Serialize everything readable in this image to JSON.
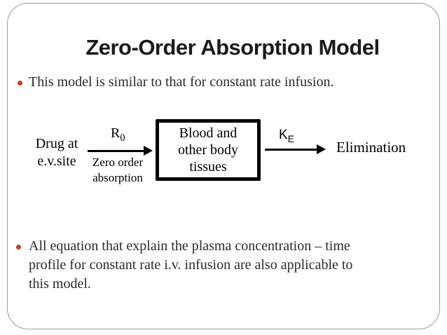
{
  "slide": {
    "title": "Zero-Order Absorption Model",
    "bullets": [
      {
        "lines": [
          "This model is similar to that for constant rate infusion."
        ]
      },
      {
        "lines": [
          "All equation that explain the plasma concentration – time",
          "profile for constant rate i.v. infusion are also applicable to",
          "this model."
        ]
      }
    ]
  },
  "diagram": {
    "source_line1": "Drug at",
    "source_line2": "e.v.site",
    "rate_symbol": "R",
    "rate_sub": "0",
    "rate_caption_line1": "Zero order",
    "rate_caption_line2": "absorption",
    "box_line1": "Blood and",
    "box_line2": "other body",
    "box_line3": "tissues",
    "elim_rate_symbol": "K",
    "elim_rate_sub": "E",
    "sink_label": "Elimination"
  },
  "colors": {
    "bullet_dot": "#bf4019",
    "title_text": "#1b1b1b",
    "body_text": "#2a2a2a",
    "frame_border": "#9a9a9a",
    "diagram_ink": "#000000"
  }
}
